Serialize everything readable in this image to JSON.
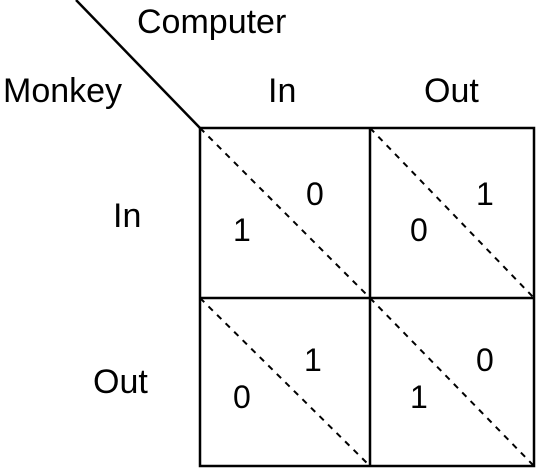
{
  "header": {
    "column_player": "Computer",
    "row_player": "Monkey"
  },
  "columns": [
    "In",
    "Out"
  ],
  "rows": [
    "In",
    "Out"
  ],
  "cells": [
    [
      {
        "monkey": "1",
        "computer": "0"
      },
      {
        "monkey": "0",
        "computer": "1"
      }
    ],
    [
      {
        "monkey": "0",
        "computer": "1"
      },
      {
        "monkey": "1",
        "computer": "0"
      }
    ]
  ]
}
